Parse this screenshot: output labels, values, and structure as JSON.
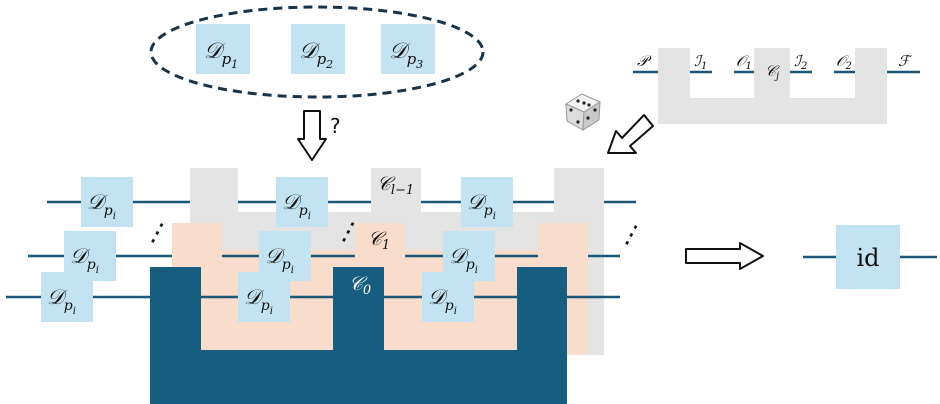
{
  "cloud": {
    "boxes": [
      {
        "symbol": "𝒟",
        "sub": "p",
        "subsub": "1"
      },
      {
        "symbol": "𝒟",
        "sub": "p",
        "subsub": "2"
      },
      {
        "symbol": "𝒟",
        "sub": "p",
        "subsub": "3"
      }
    ]
  },
  "question_mark": "?",
  "comb_labels": {
    "c0": {
      "symbol": "𝒞",
      "sub": "0"
    },
    "c1": {
      "symbol": "𝒞",
      "sub": "1"
    },
    "cl": {
      "symbol": "𝒞",
      "sub": "l−1"
    }
  },
  "channel": {
    "symbol": "𝒟",
    "sub": "p",
    "subsub": "i"
  },
  "ellipsis": "⋮",
  "small_comb": {
    "p": "𝒫",
    "i1": {
      "symbol": "ℐ",
      "sub": "1"
    },
    "o1": {
      "symbol": "𝒪",
      "sub": "1"
    },
    "cj": {
      "symbol": "𝒞",
      "sub": "j"
    },
    "i2": {
      "symbol": "ℐ",
      "sub": "2"
    },
    "o2": {
      "symbol": "𝒪",
      "sub": "2"
    },
    "f": "ℱ"
  },
  "result": "id",
  "colors": {
    "wire": "#1b5877",
    "box": "#c3e3f3",
    "dark_comb": "#175d80",
    "peach_comb": "#f8dccc",
    "grey_comb": "#e4e4e4",
    "dashed": "#1a3347"
  }
}
